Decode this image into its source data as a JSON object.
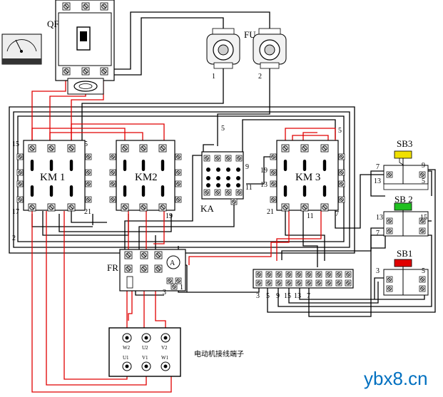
{
  "labels": {
    "qf": "QF",
    "fu": "FU",
    "fu_1": "1",
    "fu_2": "2",
    "km1": "KM 1",
    "km2": "KM2",
    "km3": "KM 3",
    "ka": "KA",
    "fr": "FR",
    "ammeter": "A",
    "sb3": "SB3",
    "sb2": "SB 2",
    "sb1": "SB1",
    "motor_caption": "电动机接线端子",
    "motor_top": [
      "W2",
      "U2",
      "V2"
    ],
    "motor_bottom": [
      "U1",
      "V1",
      "W1"
    ],
    "watermark": "ybx8.cn"
  },
  "terminal_numbers": {
    "km1_15": "15",
    "km1_5": "5",
    "km1_17": "17",
    "km1_21": "21",
    "km2_19": "19",
    "ka_5": "5",
    "ka_9": "9",
    "ka_11": "11",
    "km3_5": "5",
    "km3_19": "19",
    "km3_13": "13",
    "km3_21": "21",
    "km3_11": "11",
    "km3_7": "7",
    "loop_2": "2",
    "fr_3": "3",
    "fr_1": "1",
    "sb3_7": "7",
    "sb3_9": "9",
    "sb2_13": "13",
    "sb2_15": "15",
    "sb2_7": "7",
    "sb1_3": "3",
    "sb1_5": "5",
    "sb3_13": "13",
    "sb3_5": "5"
  },
  "terminal_strip": [
    "3",
    "5",
    "9",
    "15",
    "13",
    "7"
  ],
  "colors": {
    "wire_black": "#000000",
    "wire_red": "#e00000",
    "sb3_button": "#f0e000",
    "sb2_button": "#20c020",
    "sb1_button": "#e00000",
    "watermark": "#0070c0"
  }
}
